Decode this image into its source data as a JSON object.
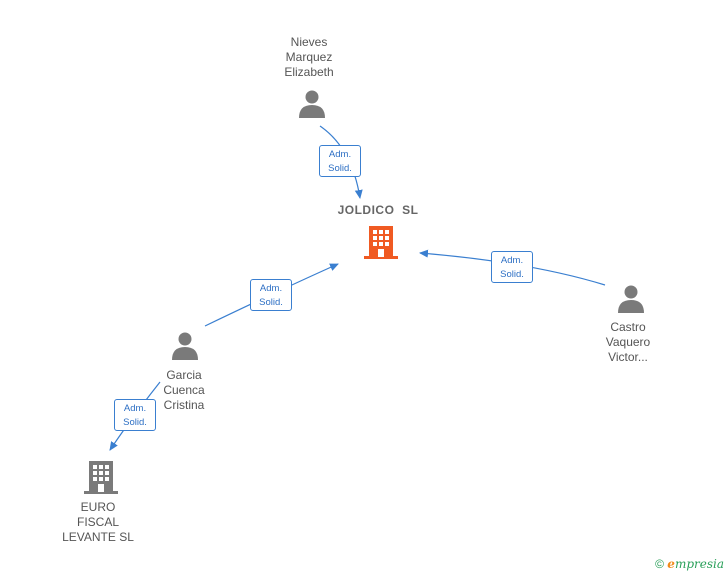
{
  "nodes": {
    "main": {
      "label": "JOLDICO  SL"
    },
    "nieves": {
      "lines": [
        "Nieves",
        "Marquez",
        "Elizabeth"
      ]
    },
    "castro": {
      "lines": [
        "Castro",
        "Vaquero",
        "Victor..."
      ]
    },
    "garcia": {
      "lines": [
        "Garcia",
        "Cuenca",
        "Cristina"
      ]
    },
    "euro": {
      "lines": [
        "EURO",
        "FISCAL",
        "LEVANTE SL"
      ]
    }
  },
  "relations": [
    {
      "id": "nieves-to-main",
      "lines": [
        "Adm.",
        "Solid."
      ]
    },
    {
      "id": "castro-to-main",
      "lines": [
        "Adm.",
        "Solid."
      ]
    },
    {
      "id": "garcia-to-main",
      "lines": [
        "Adm.",
        "Solid."
      ]
    },
    {
      "id": "garcia-to-euro",
      "lines": [
        "Adm.",
        "Solid."
      ]
    }
  ],
  "footer": {
    "copyright": "©",
    "brand_initial": "e",
    "brand_rest": "mpresia"
  },
  "colors": {
    "arrow": "#3a7fd0",
    "person_icon": "#7a7a7a",
    "main_building": "#f05a22",
    "secondary_building": "#7a7a7a"
  },
  "icons": {
    "person": "person-icon",
    "main_company": "building-icon",
    "secondary_company": "building-icon"
  }
}
